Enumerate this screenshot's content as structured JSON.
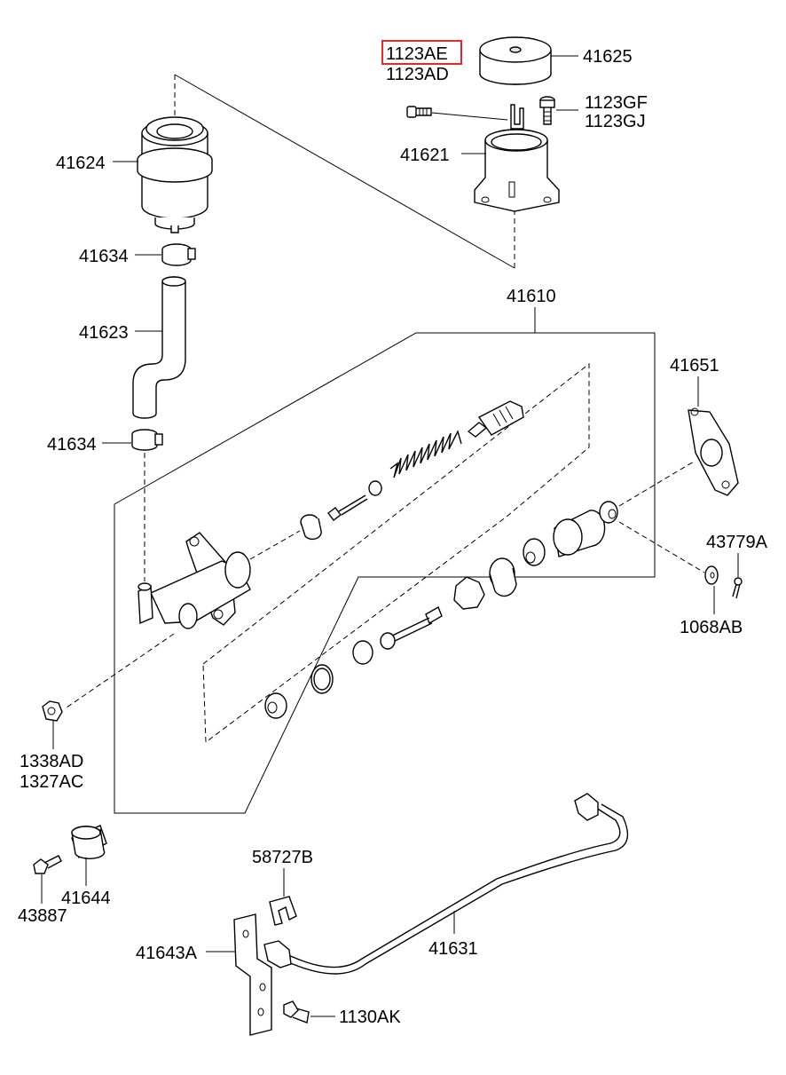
{
  "diagram": {
    "labels": {
      "p1123AE": "1123AE",
      "p1123AD": "1123AD",
      "p41625": "41625",
      "p1123GF": "1123GF",
      "p1123GJ": "1123GJ",
      "p41621": "41621",
      "p41624": "41624",
      "p41634a": "41634",
      "p41623": "41623",
      "p41610": "41610",
      "p41651": "41651",
      "p41634b": "41634",
      "p43779A": "43779A",
      "p1068AB": "1068AB",
      "p1338AD": "1338AD",
      "p1327AC": "1327AC",
      "p58727B": "58727B",
      "p43887": "43887",
      "p41644": "41644",
      "p41643A": "41643A",
      "p41631": "41631",
      "p1130AK": "1130AK"
    },
    "highlight_color": "#e8272a"
  }
}
